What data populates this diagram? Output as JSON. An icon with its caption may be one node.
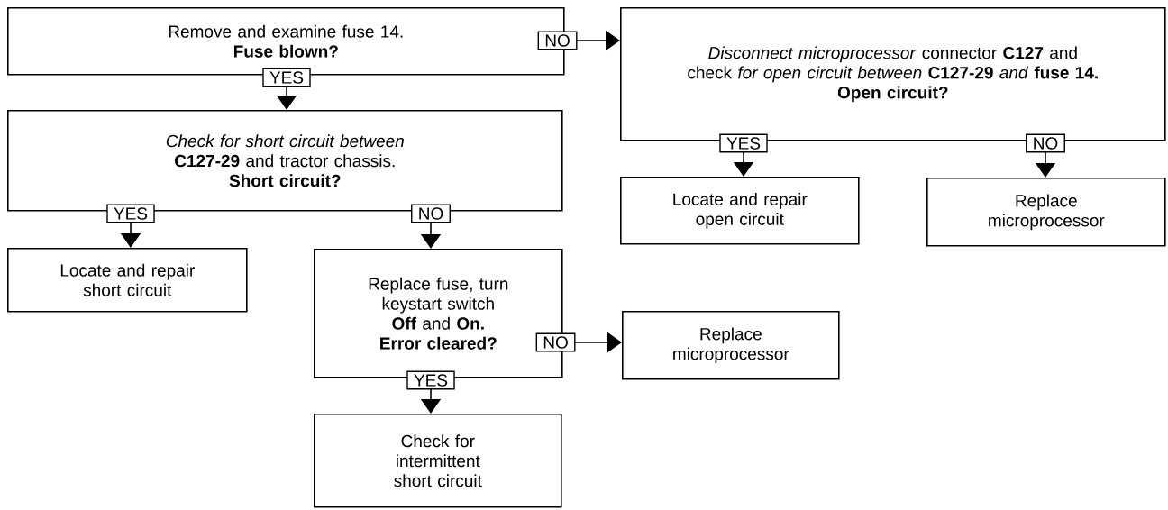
{
  "diagram": {
    "nodes": [
      {
        "text": [
          "Remove and examine fuse 14.",
          "Fuse blown?"
        ]
      },
      {
        "text": [
          "*Disconnect microprocessor* connector **C127** and check *for open circuit between* **C127-29** *and* **fuse 14.**",
          "Open circuit?"
        ]
      },
      {
        "text": [
          "*Check for short circuit between* **C127-29** and tractor chassis.",
          "Short circuit?"
        ]
      },
      {
        "text": [
          "Locate and repair open circuit"
        ]
      },
      {
        "text": [
          "Replace microprocessor"
        ]
      },
      {
        "text": [
          "Locate and repair short circuit"
        ]
      },
      {
        "text": [
          "Replace fuse, turn keystart switch **Off** and **On.**",
          "Error cleared?"
        ]
      },
      {
        "text": [
          "Replace microprocessor"
        ]
      },
      {
        "text": [
          "Check for intermittent short circuit"
        ]
      }
    ],
    "edges": [
      {
        "from": 0,
        "to": 2,
        "arrow": "to",
        "label": "YES"
      },
      {
        "from": 0,
        "to": 1,
        "arrow": "to",
        "label": "NO"
      },
      {
        "from": 2,
        "to": 5,
        "arrow": "to",
        "label": "YES"
      },
      {
        "from": 2,
        "to": 6,
        "arrow": "to",
        "label": "NO"
      },
      {
        "from": 1,
        "to": 3,
        "arrow": "to",
        "label": "YES"
      },
      {
        "from": 1,
        "to": 4,
        "arrow": "to",
        "label": "NO"
      },
      {
        "from": 6,
        "to": 7,
        "arrow": "to",
        "label": "NO"
      },
      {
        "from": 6,
        "to": 8,
        "arrow": "to",
        "label": "YES"
      }
    ]
  }
}
